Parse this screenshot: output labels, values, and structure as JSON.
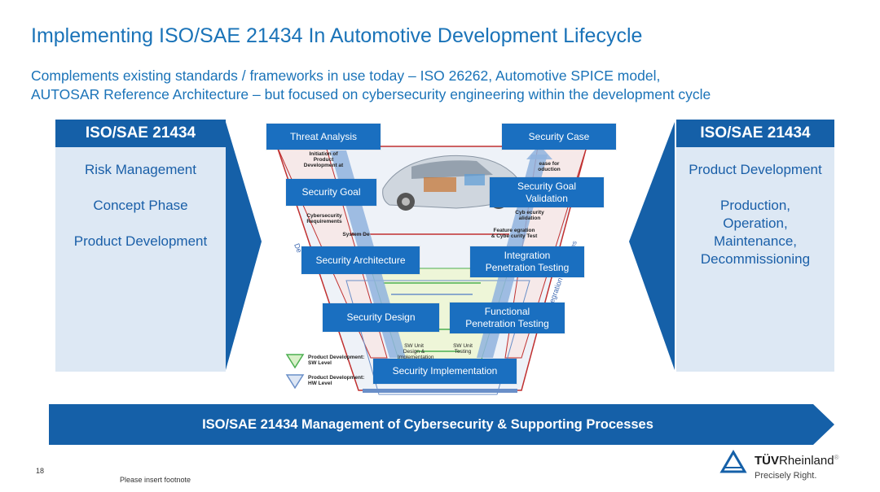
{
  "title": "Implementing ISO/SAE 21434 In Automotive Development Lifecycle",
  "subtitle": {
    "line1": "Complements existing standards / frameworks in use today – ISO 26262, Automotive SPICE model,",
    "line2": "AUTOSAR Reference Architecture – but focused on cybersecurity engineering within the development cycle"
  },
  "left_panel": {
    "header": "ISO/SAE 21434",
    "items": [
      "Risk Management",
      "Concept Phase",
      "Product Development"
    ]
  },
  "right_panel": {
    "header": "ISO/SAE 21434",
    "items": [
      "Product Development",
      "Production,\nOperation,\nMaintenance,\nDecommissioning"
    ]
  },
  "diagram": {
    "boxes": {
      "threat_analysis": "Threat Analysis",
      "security_case": "Security Case",
      "security_goal": "Security Goal",
      "security_goal_validation": "Security Goal\nValidation",
      "security_architecture": "Security Architecture",
      "integration_pen_testing": "Integration\nPenetration Testing",
      "security_design": "Security Design",
      "functional_pen_testing": "Functional\nPenetration Testing",
      "security_implementation": "Security Implementation"
    },
    "small_labels": {
      "initiation": "Initiation of\nProduct\nDevelopment at",
      "release": "ease for\noduction",
      "cyber_req": "Cybersecurity\nRequirements",
      "cyber_validation": "Cyb   ecurity\nalidation",
      "system_design": "System De",
      "feature_integration": "Feature   egration\n& Cybe   curity Test",
      "sw_unit_design": "SW Unit\nDesign &\nImplementation",
      "sw_unit_testing": "SW Unit\nTesting",
      "de": "De",
      "es": "es",
      "egration": "egration"
    },
    "legend": [
      {
        "label": "Product Development:\nSW Level",
        "color": "#4caf50"
      },
      {
        "label": "Product Development:\nHW Level",
        "color": "#6a8fc8"
      }
    ]
  },
  "bottom_bar": "ISO/SAE 21434 Management of Cybersecurity & Supporting Processes",
  "page_number": "18",
  "footnote": "Please insert footnote",
  "logo": {
    "brand_bold": "TÜV",
    "brand_rest": "Rheinland",
    "registered": "®",
    "tagline": "Precisely Right."
  },
  "colors": {
    "primary_blue": "#1560a8",
    "box_blue": "#1a6fc0",
    "panel_bg": "#dde8f4",
    "title_blue": "#1a73b8"
  }
}
